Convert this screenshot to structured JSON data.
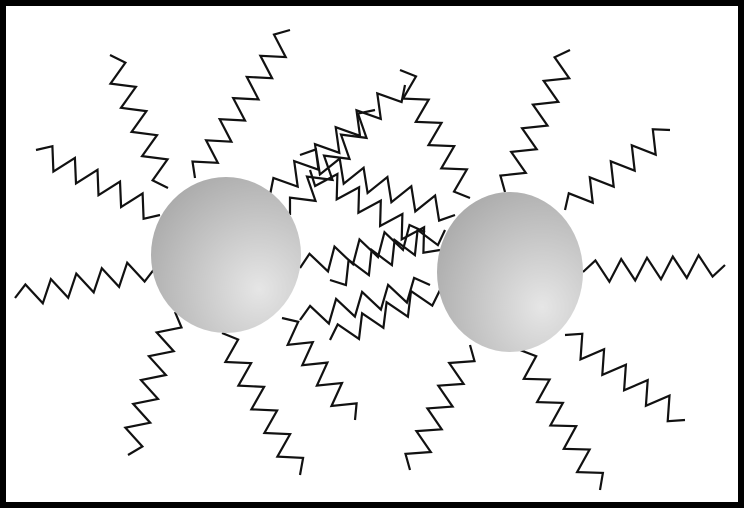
{
  "figure": {
    "description_text": "",
    "colors": {
      "border": "#000000",
      "background": "#ffffff",
      "chain": "#111111",
      "particle_light": "#e6e6e6",
      "particle_dark": "#a9a9a9"
    },
    "particles": [
      {
        "name": "left-particle"
      },
      {
        "name": "right-particle"
      }
    ],
    "chain_count": 22
  }
}
